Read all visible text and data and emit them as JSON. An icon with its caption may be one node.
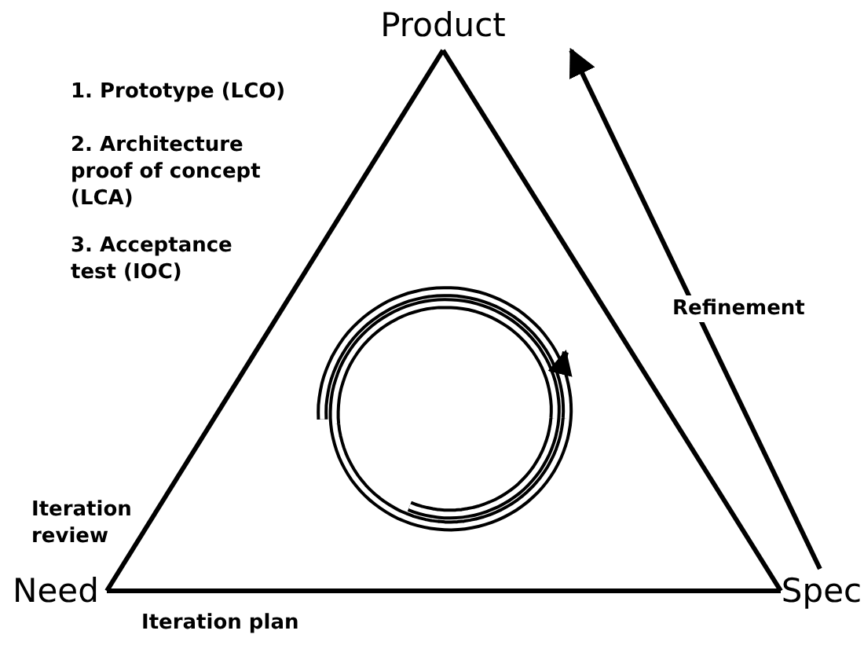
{
  "diagram": {
    "nodes": [
      {
        "text": [
          "Product"
        ]
      },
      {
        "text": [
          "Need"
        ]
      },
      {
        "text": [
          "Spec"
        ]
      }
    ],
    "edges": [
      {
        "from": 0,
        "to": 1,
        "arrow": "none"
      },
      {
        "from": 1,
        "to": 2,
        "arrow": "none"
      },
      {
        "from": 2,
        "to": 0,
        "arrow": "none"
      },
      {
        "from": 2,
        "to": 0,
        "arrow": "to",
        "label": "Refinement"
      }
    ],
    "labels": [
      "1. Prototype (LCO)",
      "2. Architecture proof of concept (LCA)",
      "3. Acceptance test (IOC)",
      "Iteration review",
      "Iteration plan"
    ]
  }
}
